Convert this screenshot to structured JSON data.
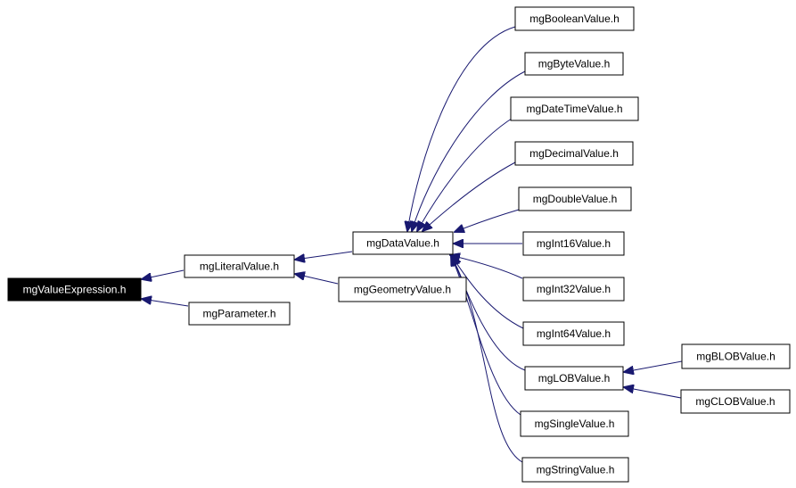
{
  "nodes": {
    "root": "mgValueExpression.h",
    "literal": "mgLiteralValue.h",
    "parameter": "mgParameter.h",
    "datavalue": "mgDataValue.h",
    "geometry": "mgGeometryValue.h",
    "boolean": "mgBooleanValue.h",
    "byte": "mgByteValue.h",
    "datetime": "mgDateTimeValue.h",
    "decimal": "mgDecimalValue.h",
    "double": "mgDoubleValue.h",
    "int16": "mgInt16Value.h",
    "int32": "mgInt32Value.h",
    "int64": "mgInt64Value.h",
    "lob": "mgLOBValue.h",
    "single": "mgSingleValue.h",
    "string": "mgStringValue.h",
    "blob": "mgBLOBValue.h",
    "clob": "mgCLOBValue.h"
  },
  "colors": {
    "edge": "#191970",
    "root_fill": "#000000",
    "root_text": "#ffffff",
    "node_fill": "#ffffff",
    "node_border": "#000000"
  }
}
